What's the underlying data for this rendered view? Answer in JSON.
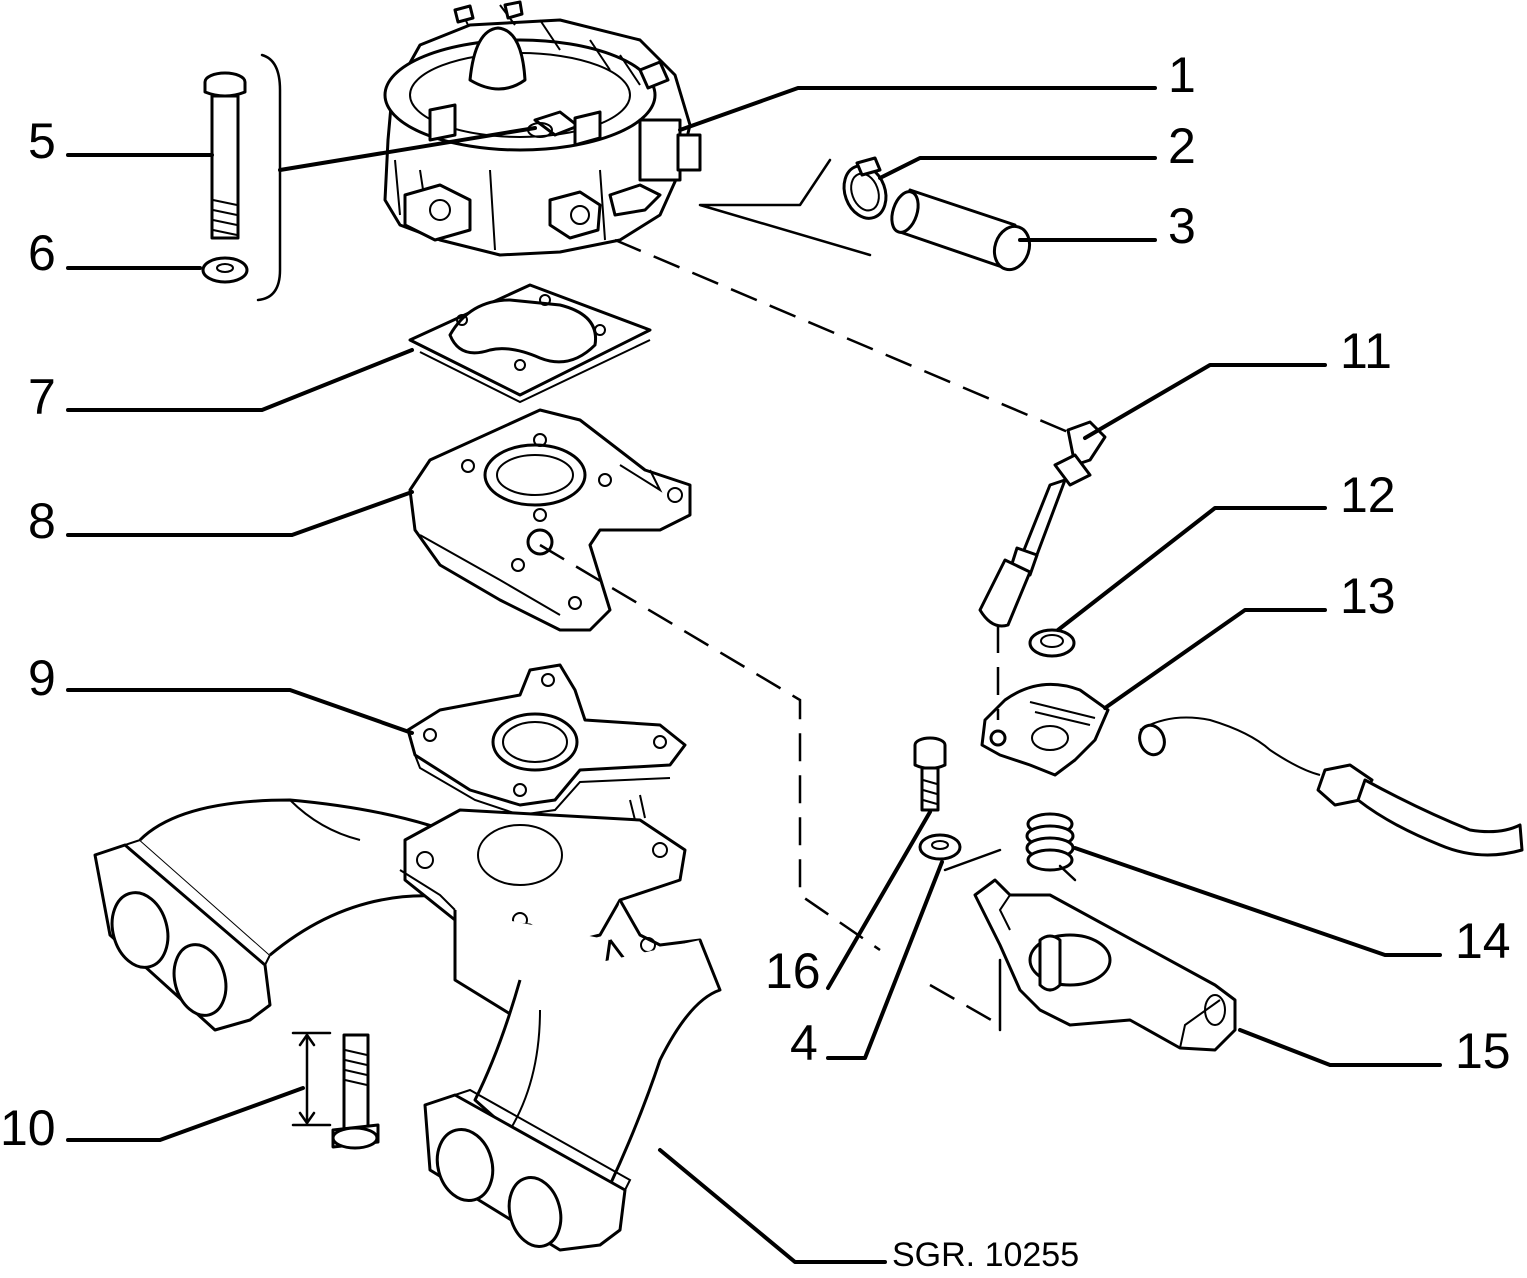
{
  "callouts": [
    {
      "id": "1",
      "text": "1"
    },
    {
      "id": "2",
      "text": "2"
    },
    {
      "id": "3",
      "text": "3"
    },
    {
      "id": "4",
      "text": "4"
    },
    {
      "id": "5",
      "text": "5"
    },
    {
      "id": "6",
      "text": "6"
    },
    {
      "id": "7",
      "text": "7"
    },
    {
      "id": "8",
      "text": "8"
    },
    {
      "id": "9",
      "text": "9"
    },
    {
      "id": "10",
      "text": "10"
    },
    {
      "id": "11",
      "text": "11"
    },
    {
      "id": "12",
      "text": "12"
    },
    {
      "id": "13",
      "text": "13"
    },
    {
      "id": "14",
      "text": "14"
    },
    {
      "id": "15",
      "text": "15"
    },
    {
      "id": "16",
      "text": "16"
    }
  ],
  "reference": "SGR. 10255"
}
